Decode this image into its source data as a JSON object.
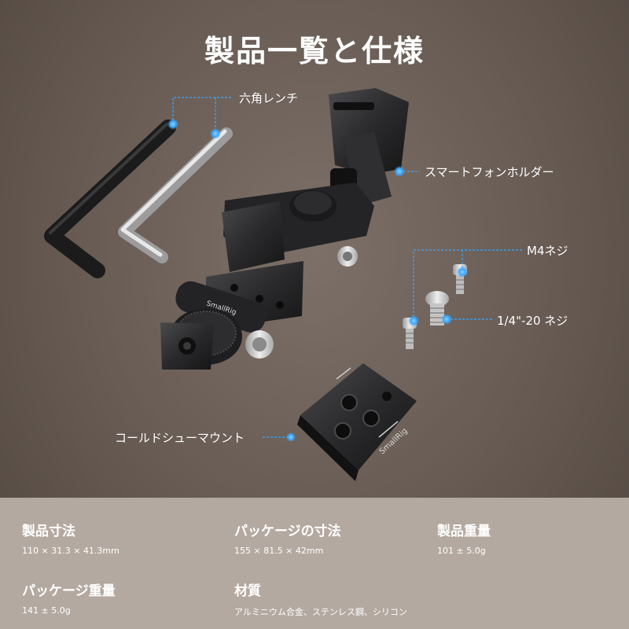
{
  "title": "製品一覧と仕様",
  "callouts": {
    "hex_wrench": "六角レンチ",
    "phone_holder": "スマートフォンホルダー",
    "m4_screw": "M4ネジ",
    "quarter_screw": "1/4\"-20 ネジ",
    "cold_shoe": "コールドシューマウント"
  },
  "branding": {
    "logo_text": "SmallRig"
  },
  "specs": [
    {
      "label": "製品寸法",
      "value": "110 × 31.3 × 41.3mm"
    },
    {
      "label": "パッケージの寸法",
      "value": "155 × 81.5 × 42mm"
    },
    {
      "label": "製品重量",
      "value": "101 ± 5.0g"
    },
    {
      "label": "パッケージ重量",
      "value": "141 ± 5.0g"
    },
    {
      "label": "材質",
      "value": "アルミニウム合金、ステンレス鋼、シリコン"
    }
  ],
  "colors": {
    "background": "#6e625a",
    "spec_panel": "#b4a9a0",
    "callout_dot": "#3aa7ff",
    "text": "#ffffff"
  }
}
